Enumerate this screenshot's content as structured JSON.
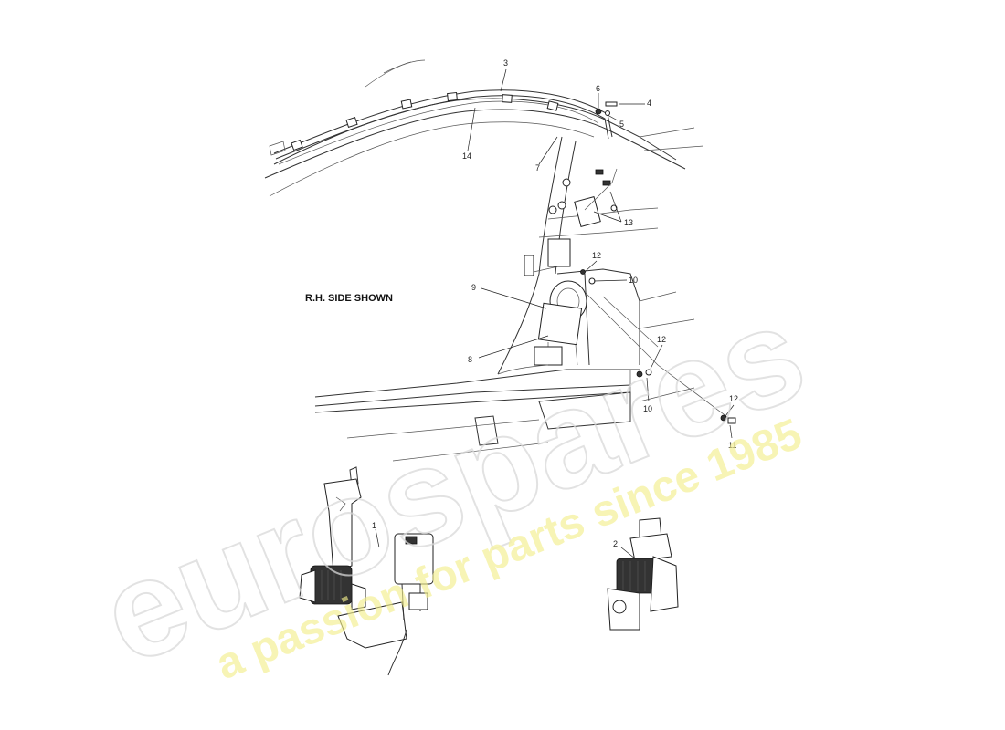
{
  "side_note": "R.H. SIDE SHOWN",
  "callouts": {
    "c1": "1",
    "c2": "2",
    "c3": "3",
    "c4": "4",
    "c5": "5",
    "c6": "6",
    "c7": "7",
    "c8": "8",
    "c9": "9",
    "c10a": "10",
    "c10b": "10",
    "c11": "11",
    "c12a": "12",
    "c12b": "12",
    "c12c": "12",
    "c13": "13",
    "c14": "14"
  },
  "watermark": {
    "brand": "eurospares",
    "tagline": "a passion for parts since 1985",
    "brand_color": "#d9d9d9",
    "tagline_color": "#f2ee8c"
  }
}
